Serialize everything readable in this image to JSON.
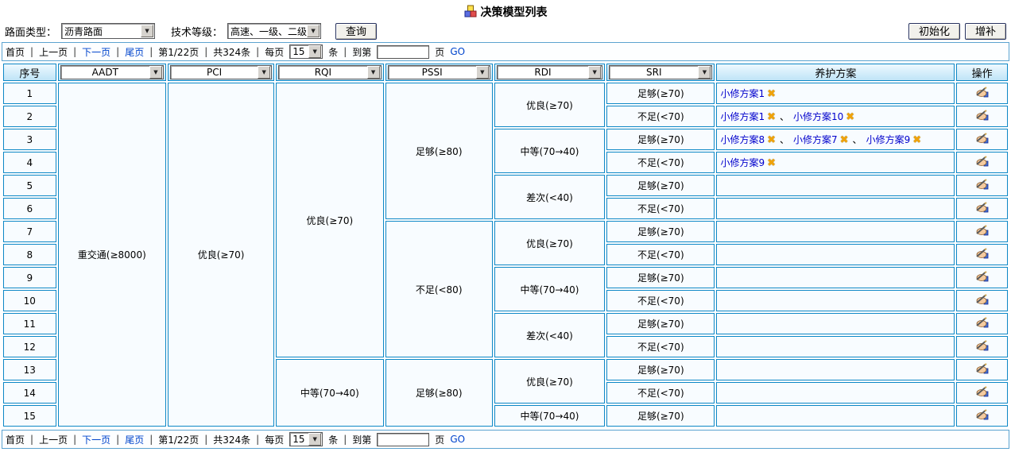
{
  "page": {
    "title": "决策模型列表"
  },
  "filters": {
    "road_type_label": "路面类型：",
    "road_type_value": "沥青路面",
    "tech_grade_label": "技术等级：",
    "tech_grade_value": "高速、一级、二级",
    "query_button": "查询",
    "init_button": "初始化",
    "append_button": "增补"
  },
  "pagination": {
    "first": "首页",
    "prev": "上一页",
    "next": "下一页",
    "last": "尾页",
    "page_info": "第1/22页",
    "total_info": "共324条",
    "per_page_label": "每页",
    "per_page_value": "15",
    "per_page_unit": "条",
    "goto_label": "到第",
    "goto_unit": "页",
    "go_label": "GO",
    "separator": "|"
  },
  "table": {
    "seq_header": "序号",
    "plan_header": "养护方案",
    "op_header": "操作",
    "filter_selects": [
      "AADT",
      "PCI",
      "RQI",
      "PSSI",
      "RDI",
      "SRI"
    ],
    "plan_separator": "、",
    "delete_icon_glyph": "✖",
    "rows": [
      {
        "seq": "1",
        "cells": [
          {
            "col": "aadt",
            "text": "重交通(≥8000)",
            "span": 15
          },
          {
            "col": "pci",
            "text": "优良(≥70)",
            "span": 15
          },
          {
            "col": "rqi",
            "text": "优良(≥70)",
            "span": 12
          },
          {
            "col": "pssi",
            "text": "足够(≥80)",
            "span": 6
          },
          {
            "col": "rdi",
            "text": "优良(≥70)",
            "span": 2
          },
          {
            "col": "sri",
            "text": "足够(≥70)",
            "span": 1
          }
        ],
        "plans": [
          "小修方案1"
        ]
      },
      {
        "seq": "2",
        "cells": [
          {
            "col": "sri",
            "text": "不足(<70)",
            "span": 1
          }
        ],
        "plans": [
          "小修方案1",
          "小修方案10"
        ]
      },
      {
        "seq": "3",
        "cells": [
          {
            "col": "rdi",
            "text": "中等(70→40)",
            "span": 2
          },
          {
            "col": "sri",
            "text": "足够(≥70)",
            "span": 1
          }
        ],
        "plans": [
          "小修方案8",
          "小修方案7",
          "小修方案9"
        ]
      },
      {
        "seq": "4",
        "cells": [
          {
            "col": "sri",
            "text": "不足(<70)",
            "span": 1
          }
        ],
        "plans": [
          "小修方案9"
        ]
      },
      {
        "seq": "5",
        "cells": [
          {
            "col": "rdi",
            "text": "差次(<40)",
            "span": 2
          },
          {
            "col": "sri",
            "text": "足够(≥70)",
            "span": 1
          }
        ],
        "plans": []
      },
      {
        "seq": "6",
        "cells": [
          {
            "col": "sri",
            "text": "不足(<70)",
            "span": 1
          }
        ],
        "plans": []
      },
      {
        "seq": "7",
        "cells": [
          {
            "col": "pssi",
            "text": "不足(<80)",
            "span": 6
          },
          {
            "col": "rdi",
            "text": "优良(≥70)",
            "span": 2
          },
          {
            "col": "sri",
            "text": "足够(≥70)",
            "span": 1
          }
        ],
        "plans": []
      },
      {
        "seq": "8",
        "cells": [
          {
            "col": "sri",
            "text": "不足(<70)",
            "span": 1
          }
        ],
        "plans": []
      },
      {
        "seq": "9",
        "cells": [
          {
            "col": "rdi",
            "text": "中等(70→40)",
            "span": 2
          },
          {
            "col": "sri",
            "text": "足够(≥70)",
            "span": 1
          }
        ],
        "plans": []
      },
      {
        "seq": "10",
        "cells": [
          {
            "col": "sri",
            "text": "不足(<70)",
            "span": 1
          }
        ],
        "plans": []
      },
      {
        "seq": "11",
        "cells": [
          {
            "col": "rdi",
            "text": "差次(<40)",
            "span": 2
          },
          {
            "col": "sri",
            "text": "足够(≥70)",
            "span": 1
          }
        ],
        "plans": []
      },
      {
        "seq": "12",
        "cells": [
          {
            "col": "sri",
            "text": "不足(<70)",
            "span": 1
          }
        ],
        "plans": []
      },
      {
        "seq": "13",
        "cells": [
          {
            "col": "rqi",
            "text": "中等(70→40)",
            "span": 3
          },
          {
            "col": "pssi",
            "text": "足够(≥80)",
            "span": 3
          },
          {
            "col": "rdi",
            "text": "优良(≥70)",
            "span": 2
          },
          {
            "col": "sri",
            "text": "足够(≥70)",
            "span": 1
          }
        ],
        "plans": []
      },
      {
        "seq": "14",
        "cells": [
          {
            "col": "sri",
            "text": "不足(<70)",
            "span": 1
          }
        ],
        "plans": []
      },
      {
        "seq": "15",
        "cells": [
          {
            "col": "rdi",
            "text": "中等(70→40)",
            "span": 1
          },
          {
            "col": "sri",
            "text": "足够(≥70)",
            "span": 1
          }
        ],
        "plans": []
      }
    ]
  }
}
